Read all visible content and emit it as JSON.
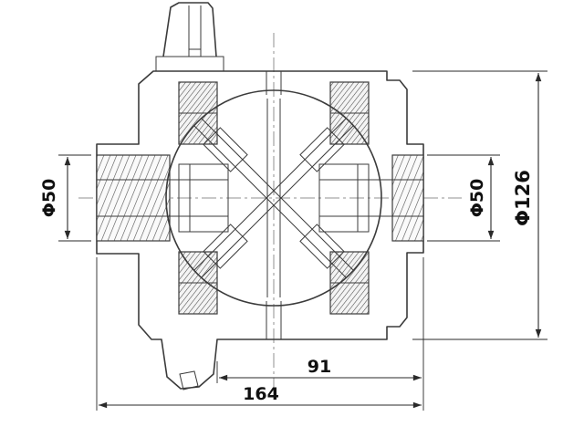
{
  "drawing": {
    "labels": {
      "left_shaft_dia": "Φ50",
      "right_shaft_dia": "Φ50",
      "case_dia": "Φ126",
      "partial_length": "91",
      "overall_length": "164"
    },
    "colors": {
      "background": "#ffffff",
      "line": "#3b3b3b",
      "centerline": "#909090",
      "dim_line": "#2a2a2a",
      "text": "#101010"
    }
  }
}
